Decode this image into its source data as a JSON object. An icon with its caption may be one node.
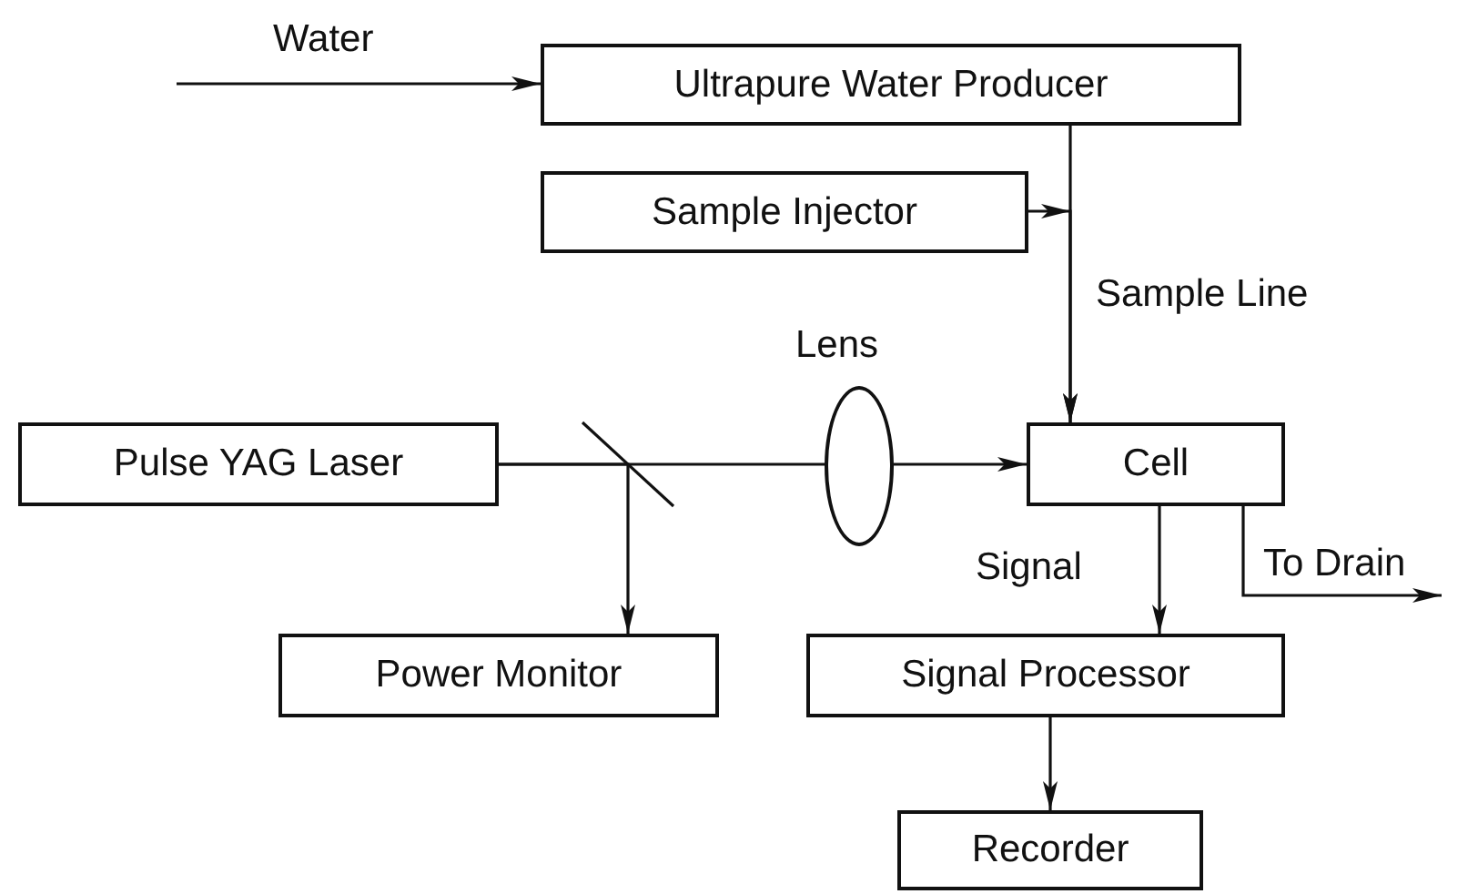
{
  "diagram": {
    "nodes": [
      {
        "text": [
          "Ultrapure Water Producer"
        ]
      },
      {
        "text": [
          "Sample Injector"
        ]
      },
      {
        "text": [
          "Pulse YAG Laser"
        ]
      },
      {
        "text": [
          "Lens"
        ]
      },
      {
        "text": [
          "Cell"
        ]
      },
      {
        "text": [
          "Power Monitor"
        ]
      },
      {
        "text": [
          "Signal Processor"
        ]
      },
      {
        "text": [
          "Recorder"
        ]
      }
    ],
    "edges": [
      {
        "from": null,
        "to": 0,
        "arrow": "to",
        "label": "Water"
      },
      {
        "from": 0,
        "to": 4,
        "arrow": "to",
        "label": "Sample Line"
      },
      {
        "from": 1,
        "to": 4,
        "arrow": "to"
      },
      {
        "from": 2,
        "to": 3,
        "arrow": "none"
      },
      {
        "from": 3,
        "to": 4,
        "arrow": "to"
      },
      {
        "from": 2,
        "to": 5,
        "arrow": "to"
      },
      {
        "from": 4,
        "to": 6,
        "arrow": "to",
        "label": "Signal"
      },
      {
        "from": 4,
        "to": null,
        "arrow": "to",
        "label": "To Drain"
      },
      {
        "from": 6,
        "to": 7,
        "arrow": "to"
      }
    ]
  }
}
